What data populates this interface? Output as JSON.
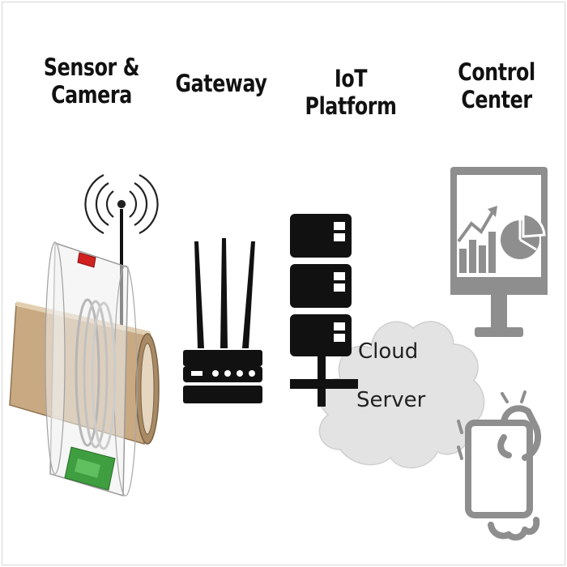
{
  "headings": {
    "sensor_camera": [
      "Sensor &",
      "Camera"
    ],
    "gateway": "Gateway",
    "iot_platform": [
      "IoT",
      "Platform"
    ],
    "control_center": [
      "Control",
      "Center"
    ]
  },
  "cloud": {
    "line1": "Cloud",
    "line2": "Server"
  },
  "icons": [
    "wireless-signal-icon",
    "pipe-sensor-illustration",
    "router-icon",
    "server-stack-icon",
    "cloud-icon",
    "monitor-dashboard-icon",
    "tablet-touch-icon"
  ],
  "colors": {
    "pipe": "#c9ab84",
    "sensor_red": "#cc2222",
    "board_green": "#3c9b3c",
    "icon_black": "#111111",
    "icon_gray": "#8c8c8c",
    "cloud": "#e2e2e2"
  }
}
